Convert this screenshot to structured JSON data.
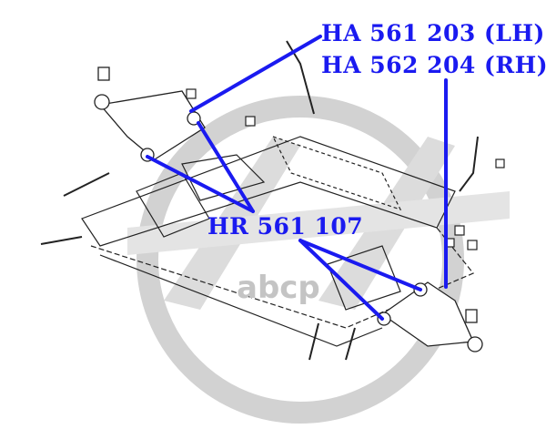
{
  "labels": {
    "upper_lh": "HA 561 203 (LH)",
    "upper_rh": "HA 562 204 (RH)",
    "bushing": "HR 561 107"
  },
  "watermark": "abcp",
  "colors": {
    "callout": "#1a1af0",
    "watermark": "#c8c8c8",
    "drawing": "#222222"
  }
}
